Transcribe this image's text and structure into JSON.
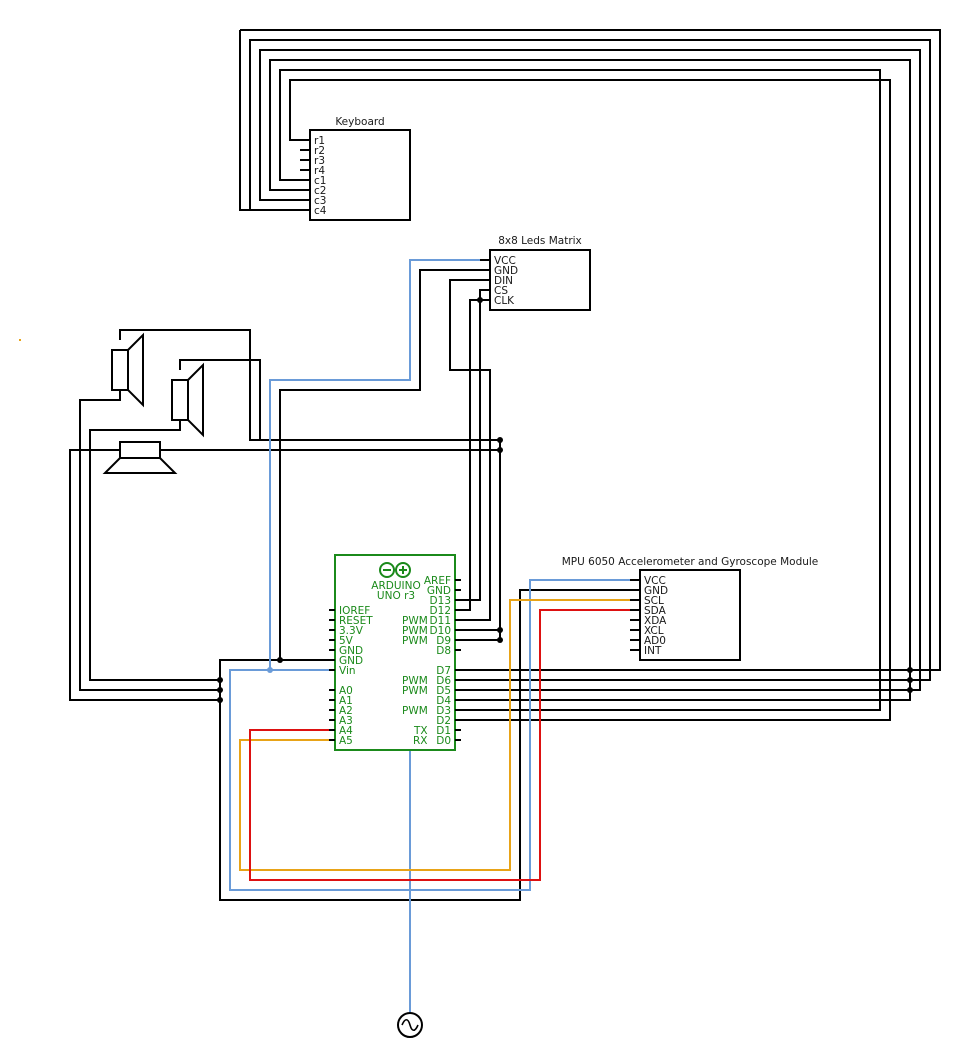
{
  "keyboard": {
    "title": "Keyboard",
    "pins": [
      "r1",
      "r2",
      "r3",
      "r4",
      "c1",
      "c2",
      "c3",
      "c4"
    ]
  },
  "led_matrix": {
    "title": "8x8 Leds Matrix",
    "pins": [
      "VCC",
      "GND",
      "DIN",
      "CS",
      "CLK"
    ]
  },
  "mpu": {
    "title": "MPU 6050 Accelerometer and Gyroscope Module",
    "pins": [
      "VCC",
      "GND",
      "SCL",
      "SDA",
      "XDA",
      "XCL",
      "AD0",
      "INT"
    ]
  },
  "arduino": {
    "name": "ARDUINO",
    "model": "UNO r3",
    "left_pins": [
      "IOREF",
      "RESET",
      "3.3V",
      "5V",
      "GND",
      "GND",
      "Vin",
      "",
      "A0",
      "A1",
      "A2",
      "A3",
      "A4",
      "A5"
    ],
    "right_top_pins": [
      "AREF",
      "GND",
      "D13",
      "D12",
      "D11",
      "D10",
      "D9",
      "D8"
    ],
    "right_bottom_pins": [
      "D7",
      "D6",
      "D5",
      "D4",
      "D3",
      "D2",
      "D1",
      "D0"
    ],
    "pwm_label": "PWM",
    "tx_label": "TX",
    "rx_label": "RX"
  },
  "colors": {
    "wire": "#000000",
    "power": "#6a9bd8",
    "scl": "#e8a317",
    "sda": "#dd1111",
    "arduino": "#1b8a1b"
  }
}
